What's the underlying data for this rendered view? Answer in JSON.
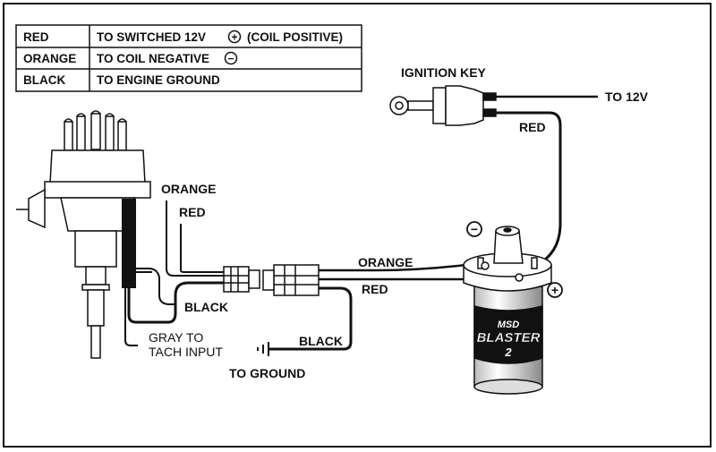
{
  "legend": {
    "rows": [
      {
        "color": "RED",
        "description": "TO SWITCHED 12V",
        "symbol": "+",
        "suffix": "(COIL POSITIVE)"
      },
      {
        "color": "ORANGE",
        "description": "TO COIL NEGATIVE",
        "symbol": "−",
        "suffix": ""
      },
      {
        "color": "BLACK",
        "description": "TO ENGINE GROUND",
        "symbol": "",
        "suffix": ""
      }
    ]
  },
  "labels": {
    "ignition_key": "IGNITION KEY",
    "to_12v": "TO 12V",
    "red_key": "RED",
    "orange_dist": "ORANGE",
    "red_dist": "RED",
    "black_dist": "BLACK",
    "gray_line1": "GRAY TO",
    "gray_line2": "TACH INPUT",
    "orange_coil": "ORANGE",
    "red_coil": "RED",
    "black_ground": "BLACK",
    "to_ground": "TO GROUND",
    "coil_neg_symbol": "−",
    "coil_pos_symbol": "+"
  },
  "coil_branding": {
    "brand": "MSD",
    "model": "BLASTER",
    "number": "2"
  }
}
